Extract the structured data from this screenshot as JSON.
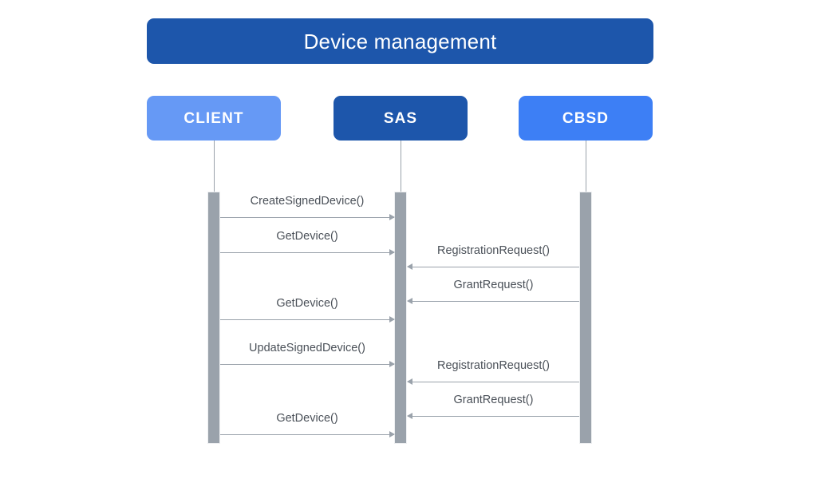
{
  "title": {
    "text": "Device management",
    "color": "#1d56ab"
  },
  "participants": [
    {
      "id": "client",
      "label": "CLIENT",
      "color": "#6699f5"
    },
    {
      "id": "sas",
      "label": "SAS",
      "color": "#1d56ab"
    },
    {
      "id": "cbsd",
      "label": "CBSD",
      "color": "#3d7ff5"
    }
  ],
  "messages": [
    {
      "label": "CreateSignedDevice()",
      "from": "CLIENT",
      "to": "SAS",
      "direction": "right"
    },
    {
      "label": "GetDevice()",
      "from": "CLIENT",
      "to": "SAS",
      "direction": "right"
    },
    {
      "label": "RegistrationRequest()",
      "from": "CBSD",
      "to": "SAS",
      "direction": "left"
    },
    {
      "label": "GrantRequest()",
      "from": "CBSD",
      "to": "SAS",
      "direction": "left"
    },
    {
      "label": "GetDevice()",
      "from": "CLIENT",
      "to": "SAS",
      "direction": "right"
    },
    {
      "label": "UpdateSignedDevice()",
      "from": "CLIENT",
      "to": "SAS",
      "direction": "right"
    },
    {
      "label": "RegistrationRequest()",
      "from": "CBSD",
      "to": "SAS",
      "direction": "left"
    },
    {
      "label": "GrantRequest()",
      "from": "CBSD",
      "to": "SAS",
      "direction": "left"
    },
    {
      "label": "GetDevice()",
      "from": "CLIENT",
      "to": "SAS",
      "direction": "right"
    }
  ],
  "palette": {
    "lifeline": "#9aa2ab",
    "activation": "#9aa2ab",
    "arrow": "#9aa2ab",
    "label_text": "#4a5058",
    "background": "#ffffff"
  }
}
